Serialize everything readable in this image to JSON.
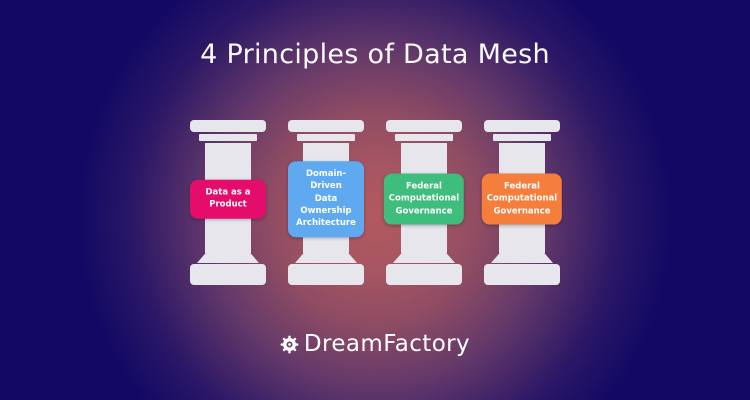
{
  "title": "4 Principles of Data Mesh",
  "pillars": [
    {
      "label": "Data as a\nProduct",
      "color": "#e40d6b"
    },
    {
      "label": "Domain-Driven\nData\nOwnership\nArchitecture",
      "color": "#5fa9f1"
    },
    {
      "label": "Federal\nComputational\nGovernance",
      "color": "#3ebd7d"
    },
    {
      "label": "Federal\nComputational\nGovernance",
      "color": "#f67e3c"
    }
  ],
  "footer": {
    "brand": "DreamFactory",
    "logo_icon": "gear-icon"
  },
  "colors": {
    "background": "#110964",
    "glow": "#b2595e",
    "pillar": "#e7e6ed",
    "title_text": "#fafafa",
    "label_text": "#ffffff"
  }
}
